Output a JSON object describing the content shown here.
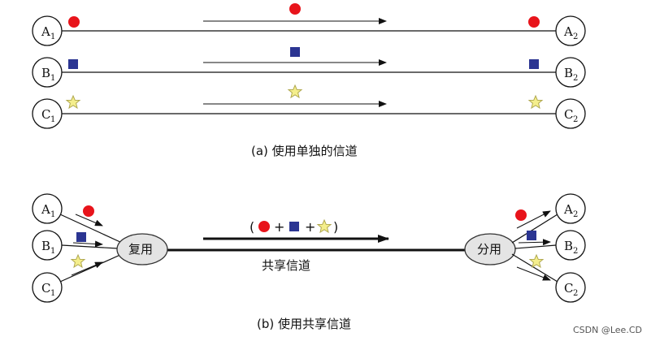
{
  "nodes": {
    "A1": {
      "letter": "A",
      "sub": "1"
    },
    "B1": {
      "letter": "B",
      "sub": "1"
    },
    "C1": {
      "letter": "C",
      "sub": "1"
    },
    "A2": {
      "letter": "A",
      "sub": "2"
    },
    "B2": {
      "letter": "B",
      "sub": "2"
    },
    "C2": {
      "letter": "C",
      "sub": "2"
    }
  },
  "caption_a": "(a) 使用单独的信道",
  "caption_b": "(b) 使用共享信道",
  "mux_label": "复用",
  "demux_label": "分用",
  "shared_channel_label": "共享信道",
  "equation": {
    "open": "(",
    "plus1": "+",
    "plus2": "+",
    "close": ")"
  },
  "watermark": "CSDN @Lee.CD",
  "colors": {
    "circle": "#e8141b",
    "square": "#2b3592",
    "star": "#f4ee8c",
    "star_stroke": "#b0a850"
  },
  "icons": [
    "red-circle-icon",
    "blue-square-icon",
    "yellow-star-icon"
  ]
}
